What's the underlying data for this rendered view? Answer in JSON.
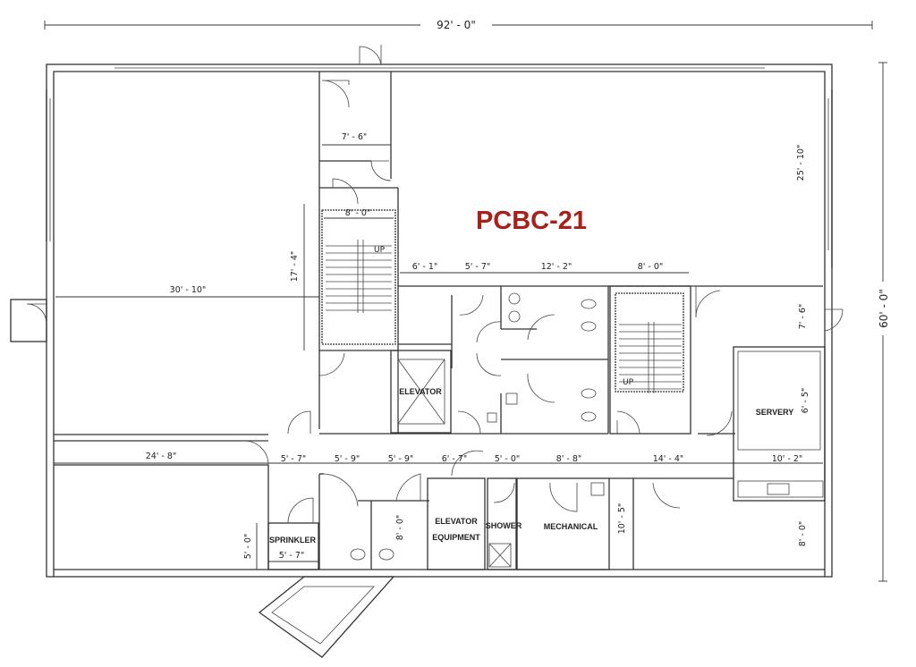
{
  "title": "PCBC-21",
  "title_color": "#a8201a",
  "overall": {
    "width": "92' - 0\"",
    "depth": "60' - 0\""
  },
  "dims": {
    "corridor_top": "7' - 6\"",
    "right_room_depth": "25' - 10\"",
    "stair1_width": "8' - 0\"",
    "stair1_depth": "17' - 4\"",
    "left_room_width": "30' - 10\"",
    "core_a": "6' - 1\"",
    "core_b": "5' - 7\"",
    "core_restrooms": "12' - 2\"",
    "stair2_width": "8' - 0\"",
    "right_gap": "7' - 6\"",
    "servery_depth": "6' - 5\"",
    "bottom_left": "24' - 8\"",
    "sprinkler_w": "5' - 7\"",
    "toilet1_w": "5' - 9\"",
    "toilet2_w": "5' - 9\"",
    "elev_equip_w": "6' - 7\"",
    "shower_w": "5' - 0\"",
    "mech_w": "8' - 8\"",
    "bottom_mid": "14' - 4\"",
    "bottom_right": "10' - 2\"",
    "sprinkler_d": "5' - 0\"",
    "sprinkler_w2": "5' - 7\"",
    "toilet_d": "8' - 0\"",
    "mech_d": "10' - 5\"",
    "right_bottom_d": "8' - 0\""
  },
  "rooms": {
    "elevator": "ELEVATOR",
    "servery": "SERVERY",
    "sprinkler": "SPRINKLER",
    "elev_equip_1": "ELEVATOR",
    "elev_equip_2": "EQUIPMENT",
    "shower": "SHOWER",
    "mechanical": "MECHANICAL"
  }
}
